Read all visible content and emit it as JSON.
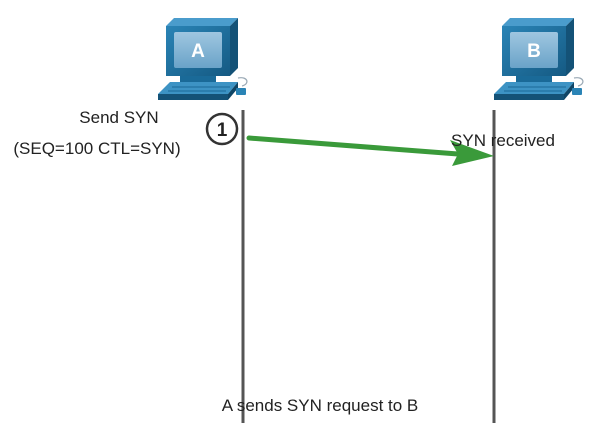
{
  "hosts": {
    "a": {
      "label": "A",
      "color": "#1f6f9c"
    },
    "b": {
      "label": "B",
      "color": "#1f6f9c"
    }
  },
  "step": {
    "number": "1"
  },
  "sender": {
    "line1": "Send SYN",
    "line2": "(SEQ=100 CTL=SYN)"
  },
  "receiver": {
    "text": "SYN received"
  },
  "caption": "A sends SYN request to B",
  "colors": {
    "arrow": "#3a9a3a",
    "timeline": "#555555",
    "text": "#222222"
  }
}
